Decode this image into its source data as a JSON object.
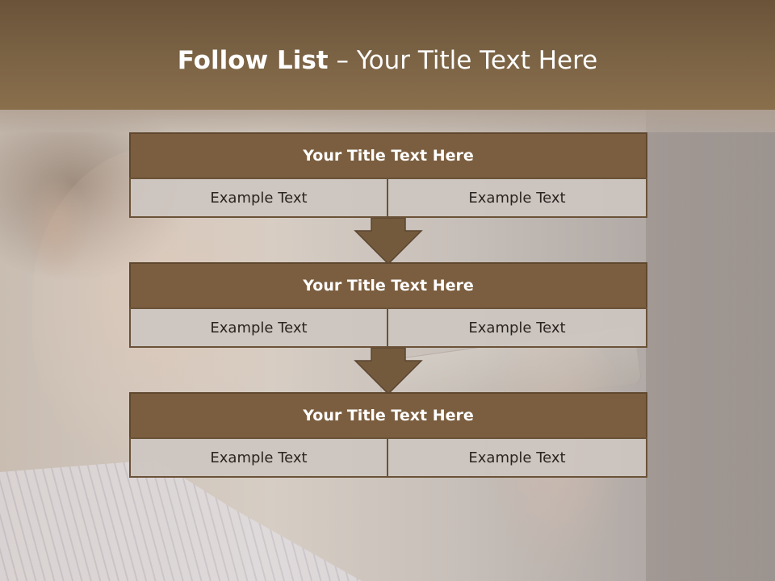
{
  "title": {
    "bold": "Follow List",
    "separator": " – ",
    "rest": "Your Title Text Here"
  },
  "colors": {
    "header": "#7a6244",
    "box_fill": "#7b5e3f",
    "box_border": "#5f482f",
    "cell_fill": "#cdc6c0",
    "arrow": "#735a3d"
  },
  "blocks": [
    {
      "title": "Your Title Text Here",
      "left": "Example Text",
      "right": "Example Text"
    },
    {
      "title": "Your Title Text Here",
      "left": "Example Text",
      "right": "Example Text"
    },
    {
      "title": "Your Title Text Here",
      "left": "Example Text",
      "right": "Example Text"
    }
  ]
}
